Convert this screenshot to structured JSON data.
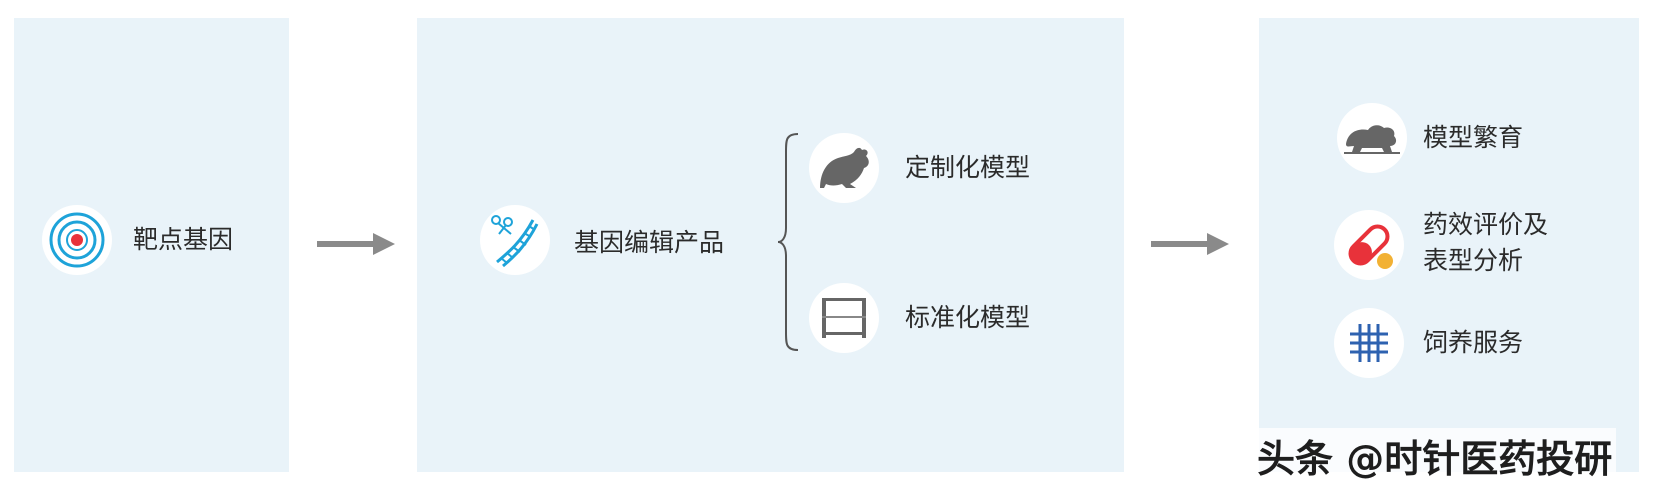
{
  "stage1": {
    "label": "靶点基因"
  },
  "stage2": {
    "label": "基因编辑产品",
    "items": [
      {
        "label": "定制化模型"
      },
      {
        "label": "标准化模型"
      }
    ]
  },
  "stage3": {
    "items": [
      {
        "label": "模型繁育"
      },
      {
        "label_line1": "药效评价及",
        "label_line2": "表型分析"
      },
      {
        "label": "饲养服务"
      }
    ]
  },
  "watermark": "头条 @时针医药投研",
  "colors": {
    "panel": "#e9f3f9",
    "accent_blue": "#1ea3d9",
    "target_red": "#e8323a",
    "icon_gray": "#666666",
    "arrow_gray": "#8a8a8a"
  },
  "icons": {
    "stage1": "target-icon",
    "stage2": "dna-icon",
    "custom": "mouse-icon",
    "standard": "cage-icon",
    "breeding": "rat-icon",
    "efficacy": "pill-icon",
    "housing": "grid-icon"
  }
}
